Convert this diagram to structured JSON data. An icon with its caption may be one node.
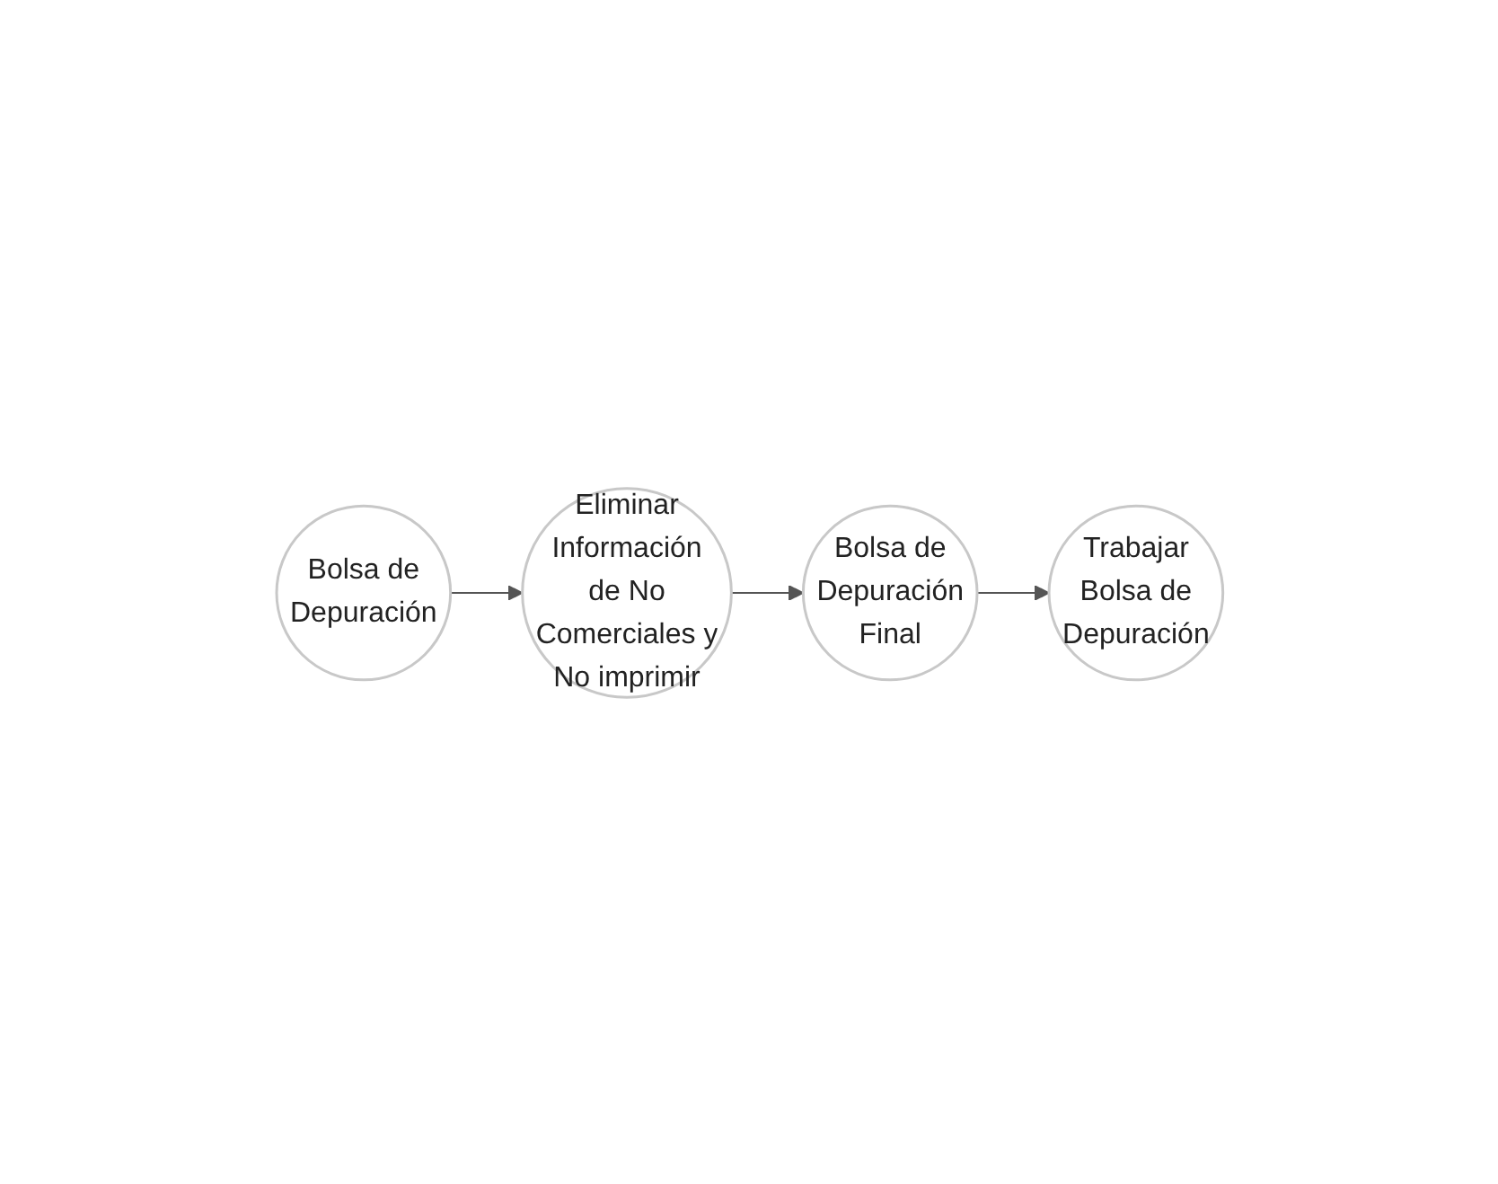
{
  "diagram": {
    "nodes": [
      {
        "text": [
          "Bolsa de Depuración"
        ]
      },
      {
        "text": [
          "Eliminar Información de No Comerciales y No imprimir"
        ]
      },
      {
        "text": [
          "Bolsa de Depuración Final"
        ]
      },
      {
        "text": [
          "Trabajar Bolsa de Depuración"
        ]
      }
    ],
    "edges": [
      {
        "from": 0,
        "to": 1,
        "arrow": "to"
      },
      {
        "from": 1,
        "to": 2,
        "arrow": "to"
      },
      {
        "from": 2,
        "to": 3,
        "arrow": "to"
      }
    ]
  }
}
